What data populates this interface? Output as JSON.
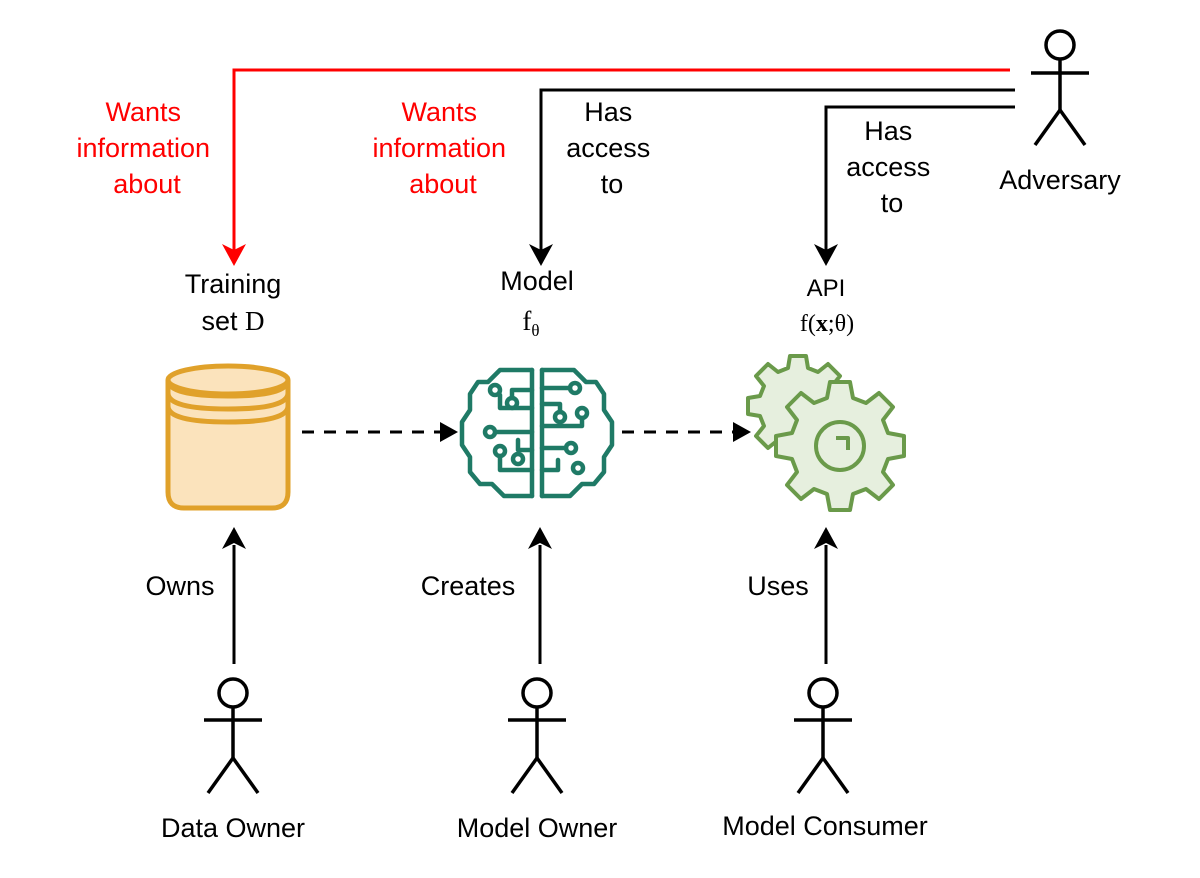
{
  "colors": {
    "red_arrow": "#ff0000",
    "black_arrow": "#000000",
    "database": "#e0a12a",
    "database_fill": "#fbe3bc",
    "brain": "#1f7a66",
    "gear": "#6a9a4a",
    "gear_fill": "#e6efde"
  },
  "actors": {
    "adversary": "Adversary",
    "data_owner": "Data Owner",
    "model_owner": "Model Owner",
    "model_consumer": "Model Consumer"
  },
  "nodes": {
    "training_set": {
      "line1": "Training",
      "line2_prefix": "set ",
      "line2_symbol": "D",
      "icon": "database-icon"
    },
    "model": {
      "line1": "Model",
      "symbol": "f",
      "subscript": "θ",
      "icon": "brain-circuit-icon"
    },
    "api": {
      "line1": "API",
      "formula_prefix": "f(",
      "formula_bold": "x",
      "formula_suffix": ";θ)",
      "icon": "gears-icon"
    }
  },
  "edges": {
    "wants_info_training": [
      "Wants",
      "information",
      "about"
    ],
    "wants_info_model": [
      "Wants",
      "information",
      "about"
    ],
    "access_model": [
      "Has",
      "access",
      "to"
    ],
    "access_api": [
      "Has",
      "access",
      "to"
    ],
    "owns": "Owns",
    "creates": "Creates",
    "uses": "Uses"
  }
}
